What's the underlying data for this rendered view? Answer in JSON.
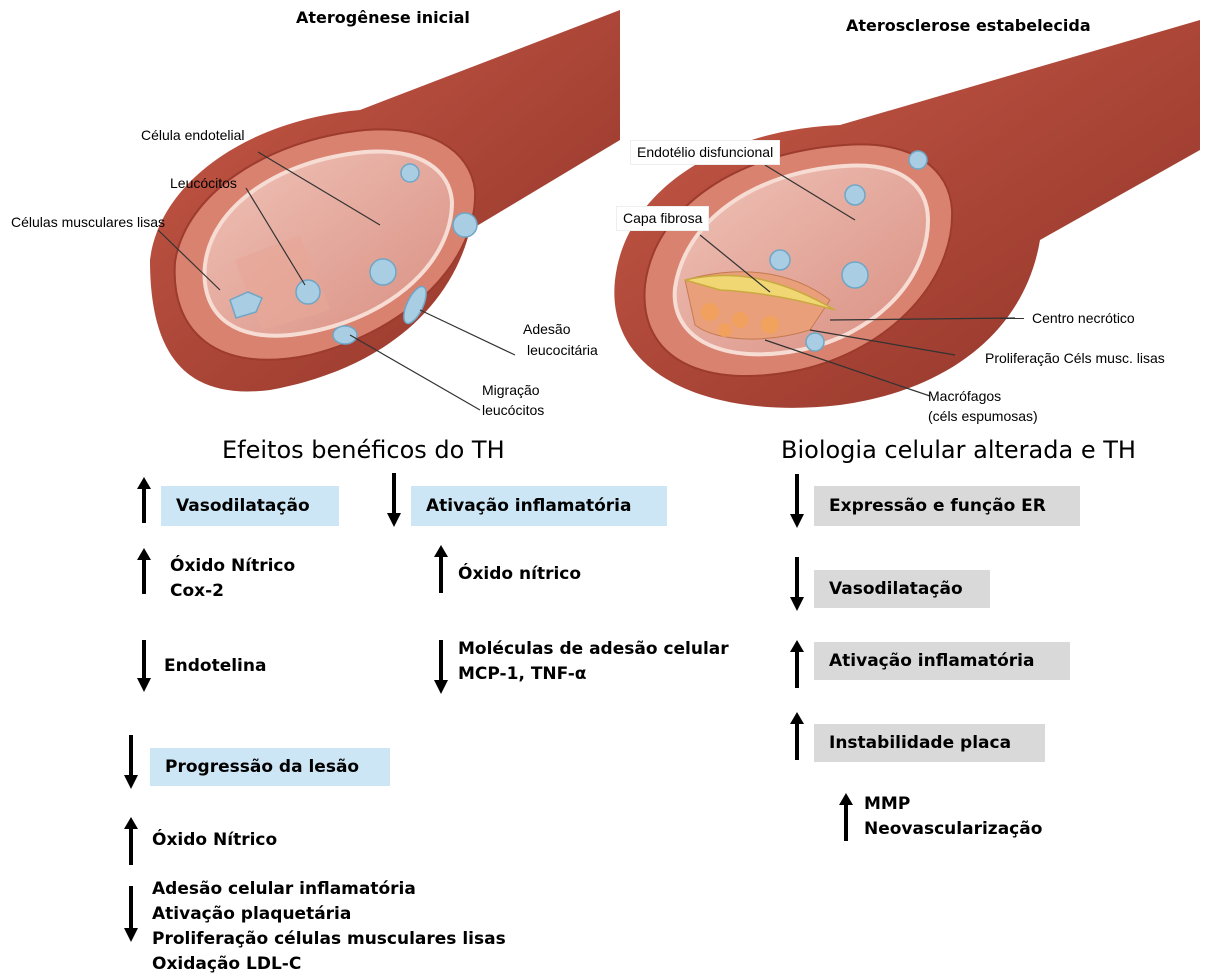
{
  "illustration_left": {
    "title": "Aterogênese inicial",
    "labels": {
      "endothelial_cell": "Célula endotelial",
      "leukocytes": "Leucócitos",
      "smooth_muscle_cells": "Células musculares lisas",
      "leukocyte_adhesion_1": "Adesão",
      "leukocyte_adhesion_2": "leucocitária",
      "leukocyte_migration_1": "Migração",
      "leukocyte_migration_2": "leucócitos"
    }
  },
  "illustration_right": {
    "title": "Aterosclerose estabelecida",
    "labels": {
      "dysfunctional_endothelium": "Endotélio disfuncional",
      "fibrous_cap": "Capa fibrosa",
      "necrotic_core": "Centro necrótico",
      "smc_proliferation": "Proliferação Céls musc. lisas",
      "macrophages_1": "Macrófagos",
      "macrophages_2": "(céls espumosas)"
    }
  },
  "benefits": {
    "title": "Efeitos benéficos do TH",
    "vasodilation": {
      "box": "Vasodilatação",
      "no_cox_1": "Óxido Nítrico",
      "no_cox_2": "Cox-2",
      "endothelin": "Endotelina"
    },
    "inflammation": {
      "box": "Ativação inflamatória",
      "nitric_oxide": "Óxido nítrico",
      "adhesion_1": "Moléculas de adesão celular",
      "adhesion_2": "MCP-1, TNF-α"
    },
    "lesion": {
      "box": "Progressão da lesão",
      "nitric_oxide": "Óxido Nítrico",
      "list": [
        "Adesão celular inflamatória",
        "Ativação plaquetária",
        "Proliferação células musculares lisas",
        "Oxidação LDL-C"
      ]
    }
  },
  "altered": {
    "title": "Biologia celular alterada e TH",
    "items": [
      "Expressão e função ER",
      "Vasodilatação",
      "Ativação inflamatória",
      "Instabilidade placa"
    ],
    "mmp_1": "MMP",
    "mmp_2": "Neovascularização"
  },
  "colors": {
    "blue_box": "#cde6f5",
    "grey_box": "#d9d9d9",
    "artery_outer": "#b34a3c",
    "artery_inner": "#e3a196",
    "plaque": "#f0d774",
    "cell": "#a9cde3"
  }
}
